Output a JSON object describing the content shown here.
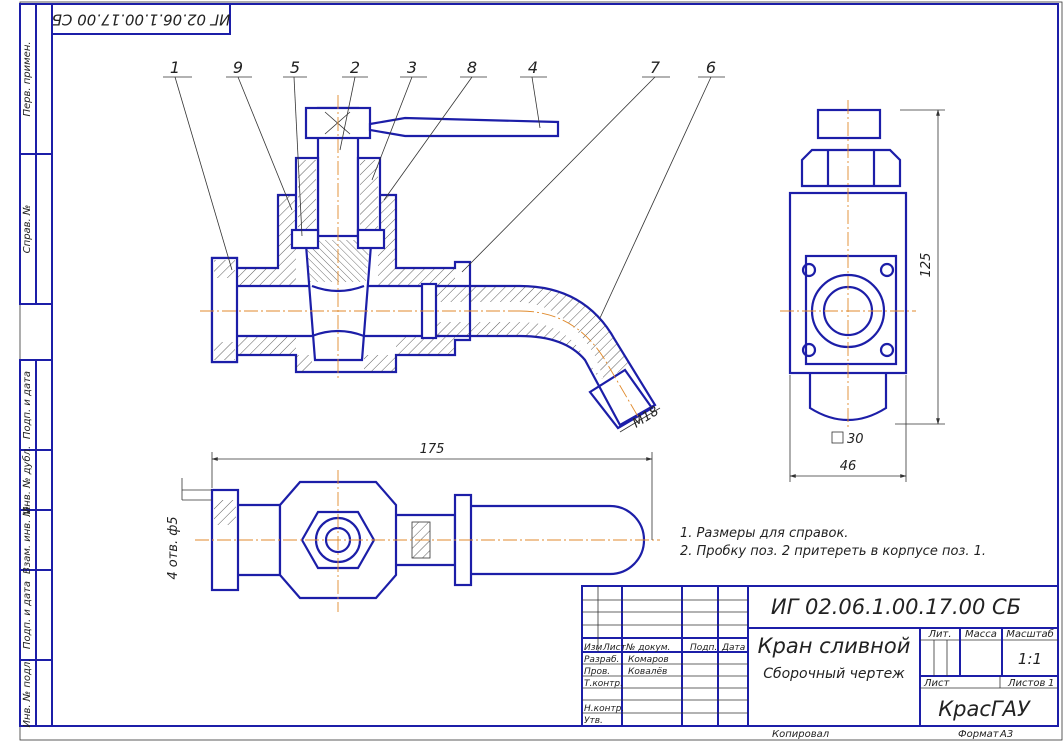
{
  "designation": "ИГ 02.06.1.00.17.00 СБ",
  "designation_rotated": "ИГ 02.06.1.00.17.00 СБ",
  "title": "Кран сливной",
  "subtitle": "Сборочный чертеж",
  "organization": "КрасГАУ",
  "scale_value": "1:1",
  "sheet_count": "1",
  "copied_label": "Копировал",
  "format_label": "Формат",
  "format_value": "А3",
  "notes": [
    "1. Размеры для справок.",
    "2. Пробку поз. 2 притереть в корпусе поз. 1."
  ],
  "positions": [
    "1",
    "9",
    "5",
    "2",
    "3",
    "8",
    "4",
    "7",
    "6"
  ],
  "dimensions": {
    "length_175": "175",
    "height_125": "125",
    "width_46": "46",
    "square_30": "30",
    "thread_m18": "M18",
    "holes": "4 отв. ф5"
  },
  "left_strip": [
    "Перв. примен.",
    "Справ. №",
    "Подп. и дата",
    "Инв. № дубл.",
    "Взам. инв. №",
    "Подп. и дата",
    "Инв. № подл."
  ],
  "title_block": {
    "col_headers": [
      "Изм",
      "Лист",
      "№ докум.",
      "Подп.",
      "Дата"
    ],
    "rows": [
      {
        "role": "Разраб.",
        "name": "Комаров"
      },
      {
        "role": "Пров.",
        "name": "Ковалёв"
      },
      {
        "role": "Т.контр.",
        "name": ""
      },
      {
        "role": "Н.контр.",
        "name": ""
      },
      {
        "role": "Утв.",
        "name": ""
      }
    ],
    "lit_label": "Лит.",
    "mass_label": "Масса",
    "scale_label": "Масштаб",
    "sheet_label": "Лист",
    "sheets_label": "Листов"
  }
}
